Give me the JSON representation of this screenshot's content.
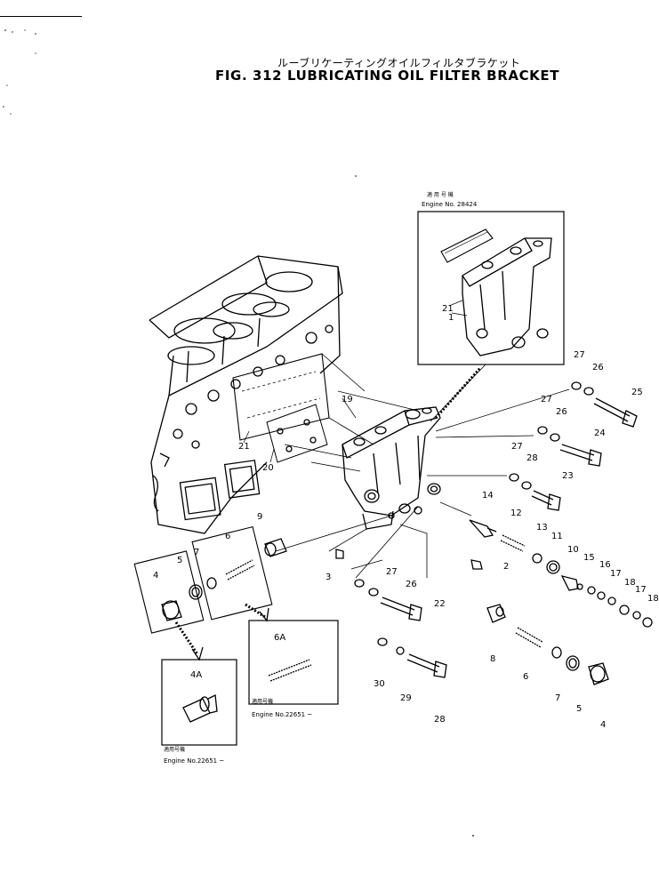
{
  "header": {
    "title_jp": "ルーブリケーティングオイルフィルタブラケット",
    "title_en": "FIG. 312  LUBRICATING OIL FILTER BRACKET"
  },
  "insets": {
    "top": {
      "applicable_label": "適 用 号 機",
      "engine_label": "Engine No. 28424"
    },
    "spring": {
      "applicable_label": "適用号機",
      "engine_label": "Engine No.22651 ~"
    },
    "plug": {
      "applicable_label": "適用号機",
      "engine_label": "Engine No.22651 ~"
    }
  },
  "part_numbers": {
    "p1": "1",
    "p2": "2",
    "p3": "3",
    "p4": "4",
    "p4b": "4",
    "p4a": "4A",
    "p5": "5",
    "p5b": "5",
    "p6": "6",
    "p6b": "6",
    "p6a": "6A",
    "p7": "7",
    "p7b": "7",
    "p8": "8",
    "p9": "9",
    "p10": "10",
    "p11": "11",
    "p12": "12",
    "p13": "13",
    "p14": "14",
    "p15": "15",
    "p16": "16",
    "p17": "17",
    "p17b": "17",
    "p18": "18",
    "p18b": "18",
    "p19": "19",
    "p20": "20",
    "p21": "21",
    "p21b": "21",
    "p22": "22",
    "p23": "23",
    "p24": "24",
    "p25": "25",
    "p26a": "26",
    "p26b": "26",
    "p26c": "26",
    "p27a": "27",
    "p27b": "27",
    "p27c": "27",
    "p27d": "27",
    "p28": "28",
    "p28b": "28",
    "p29": "29",
    "p30": "30"
  }
}
